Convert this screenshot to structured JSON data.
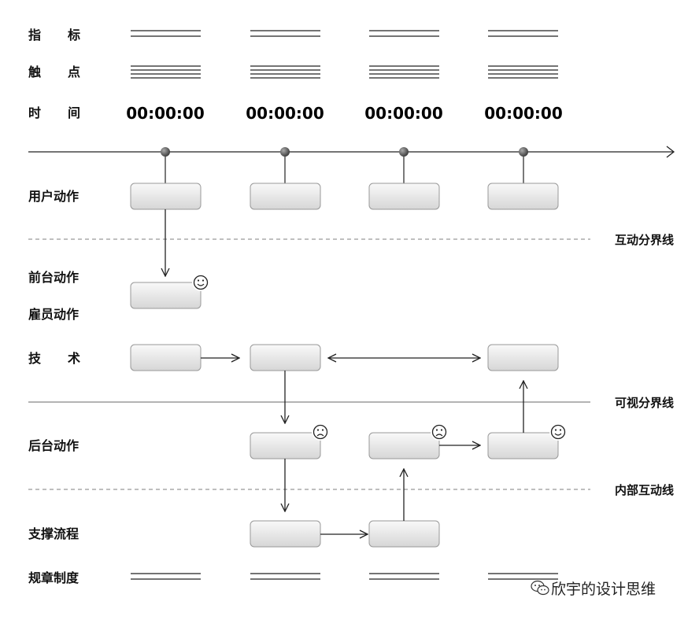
{
  "rows": {
    "indicator": [
      "指",
      "标"
    ],
    "touchpoint": [
      "触",
      "点"
    ],
    "time": [
      "时",
      "间"
    ],
    "user_action": "用户动作",
    "front_action": "前台动作",
    "employee_action": "雇员动作",
    "tech": [
      "技",
      "术"
    ],
    "back_action": "后台动作",
    "support": "支撑流程",
    "rules": "规章制度"
  },
  "times": [
    "00:00:00",
    "00:00:00",
    "00:00:00",
    "00:00:00"
  ],
  "lines": {
    "interaction": "互动分界线",
    "visibility": "可视分界线",
    "internal": "内部互动线"
  },
  "emotions": {
    "front_1": "happy",
    "back_2": "sad",
    "back_3": "sad",
    "back_4": "happy"
  },
  "watermark": "欣宇的设计思维"
}
